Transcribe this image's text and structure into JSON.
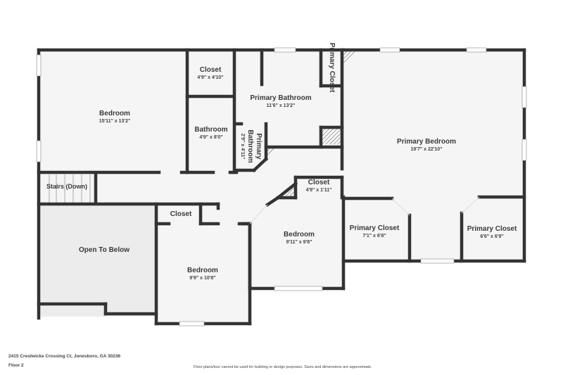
{
  "floor_plan": {
    "title": "Floor 2",
    "address": "2415 Crestwicke Crossing Ct, Jonesboro, GA 30236",
    "disclaimer": "Floor plans/tour cannot be used for building or design purposes. Sizes and dimensions are approximate.",
    "colors": {
      "wall": "#333333",
      "floor": "#f5f5f5",
      "open_area": "#ececec",
      "background": "#ffffff"
    },
    "rooms": [
      {
        "name": "Bedroom",
        "dims": "15'11\" x 13'2\""
      },
      {
        "name": "Closet",
        "dims": "4'9\" x 4'10\""
      },
      {
        "name": "Bathroom",
        "dims": "4'9\" x 8'0\""
      },
      {
        "name": "Primary Bathroom",
        "dims": "11'6\" x 13'2\""
      },
      {
        "name": "Primary Closet",
        "dims": ""
      },
      {
        "name": "Primary Bathroom",
        "dims": "2'9\" x 4'11\""
      },
      {
        "name": "Primary Bedroom",
        "dims": "19'7\" x 22'10\""
      },
      {
        "name": "Stairs (Down)",
        "dims": ""
      },
      {
        "name": "Closet",
        "dims": "4'9\" x 1'11\""
      },
      {
        "name": "Closet",
        "dims": ""
      },
      {
        "name": "Open To Below",
        "dims": ""
      },
      {
        "name": "Bedroom",
        "dims": "9'11\" x 9'8\""
      },
      {
        "name": "Primary Closet",
        "dims": "7'1\" x 6'8\""
      },
      {
        "name": "Primary Closet",
        "dims": "6'6\" x 6'9\""
      },
      {
        "name": "Bedroom",
        "dims": "9'9\" x 10'8\""
      }
    ]
  }
}
